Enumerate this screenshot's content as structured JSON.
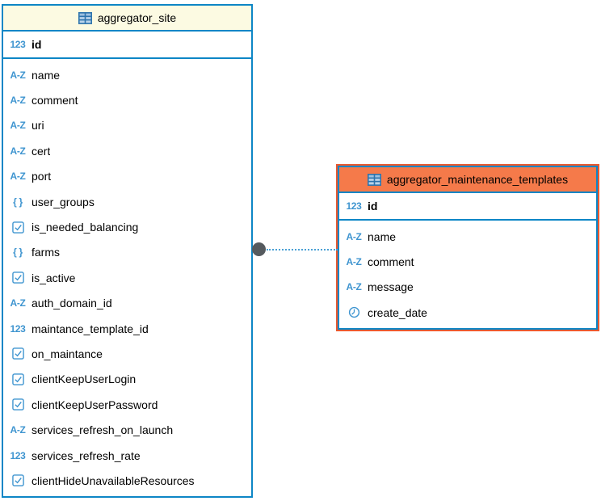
{
  "colors": {
    "table_border": "#0d86c6",
    "header_bg": "#fcfae2",
    "selected_header_bg": "#f57a4a",
    "selection_outline": "#e8582f",
    "icon_blue": "#3f95d0",
    "text": "#000000",
    "connector_dot": "#555a5e",
    "connector_line": "#4aa0d5",
    "background": "#ffffff"
  },
  "type_glyphs": {
    "number": "123",
    "string": "A-Z",
    "json": "{ }"
  },
  "tables": [
    {
      "title": "aggregator_site",
      "selected": false,
      "pk": {
        "label": "id",
        "type": "number"
      },
      "columns": [
        {
          "label": "name",
          "type": "string"
        },
        {
          "label": "comment",
          "type": "string"
        },
        {
          "label": "uri",
          "type": "string"
        },
        {
          "label": "cert",
          "type": "string"
        },
        {
          "label": "port",
          "type": "string"
        },
        {
          "label": "user_groups",
          "type": "json"
        },
        {
          "label": "is_needed_balancing",
          "type": "boolean"
        },
        {
          "label": "farms",
          "type": "json"
        },
        {
          "label": "is_active",
          "type": "boolean"
        },
        {
          "label": "auth_domain_id",
          "type": "string"
        },
        {
          "label": "maintance_template_id",
          "type": "number"
        },
        {
          "label": "on_maintance",
          "type": "boolean"
        },
        {
          "label": "clientKeepUserLogin",
          "type": "boolean"
        },
        {
          "label": "clientKeepUserPassword",
          "type": "boolean"
        },
        {
          "label": "services_refresh_on_launch",
          "type": "string"
        },
        {
          "label": "services_refresh_rate",
          "type": "number"
        },
        {
          "label": "clientHideUnavailableResources",
          "type": "boolean"
        }
      ]
    },
    {
      "title": "aggregator_maintenance_templates",
      "selected": true,
      "pk": {
        "label": "id",
        "type": "number"
      },
      "columns": [
        {
          "label": "name",
          "type": "string"
        },
        {
          "label": "comment",
          "type": "string"
        },
        {
          "label": "message",
          "type": "string"
        },
        {
          "label": "create_date",
          "type": "datetime"
        }
      ]
    }
  ],
  "relationship": {
    "from": "aggregator_site",
    "to": "aggregator_maintenance_templates",
    "style": "dotted"
  }
}
